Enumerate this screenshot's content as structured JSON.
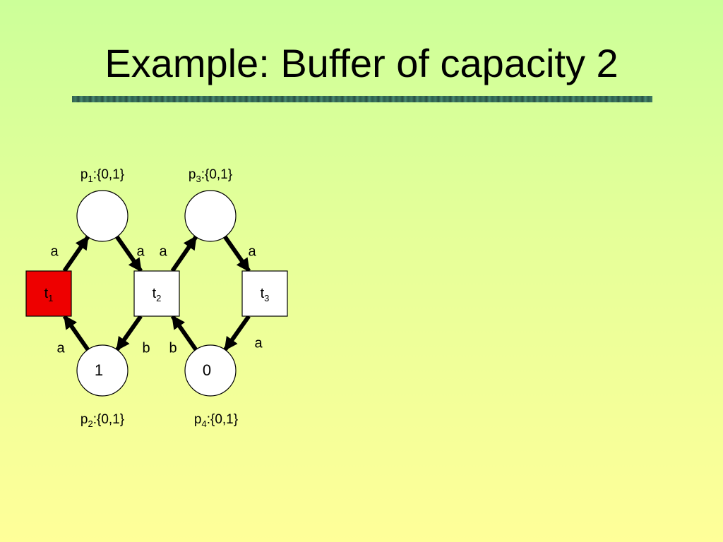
{
  "slide": {
    "title": "Example: Buffer of capacity 2"
  },
  "colors": {
    "enabled_transition": "#ee0000",
    "transition": "#ffffff",
    "place": "#ffffff",
    "arc": "#000000"
  },
  "places": [
    {
      "id": "p1",
      "name": "p",
      "sub": "1",
      "domain": ":{0,1}",
      "tokens": ""
    },
    {
      "id": "p2",
      "name": "p",
      "sub": "2",
      "domain": ":{0,1}",
      "tokens": "1"
    },
    {
      "id": "p3",
      "name": "p",
      "sub": "3",
      "domain": ":{0,1}",
      "tokens": ""
    },
    {
      "id": "p4",
      "name": "p",
      "sub": "4",
      "domain": ":{0,1}",
      "tokens": "0"
    }
  ],
  "transitions": [
    {
      "id": "t1",
      "name": "t",
      "sub": "1",
      "enabled": true
    },
    {
      "id": "t2",
      "name": "t",
      "sub": "2",
      "enabled": false
    },
    {
      "id": "t3",
      "name": "t",
      "sub": "3",
      "enabled": false
    }
  ],
  "arcs": [
    {
      "from": "t1",
      "to": "p1",
      "label": "a"
    },
    {
      "from": "p1",
      "to": "t2",
      "label": "a"
    },
    {
      "from": "t2",
      "to": "p3",
      "label": "a"
    },
    {
      "from": "p3",
      "to": "t3",
      "label": "a"
    },
    {
      "from": "p2",
      "to": "t1",
      "label": "a"
    },
    {
      "from": "t2",
      "to": "p2",
      "label": "b"
    },
    {
      "from": "p4",
      "to": "t2",
      "label": "b"
    },
    {
      "from": "t3",
      "to": "p4",
      "label": "a"
    }
  ]
}
